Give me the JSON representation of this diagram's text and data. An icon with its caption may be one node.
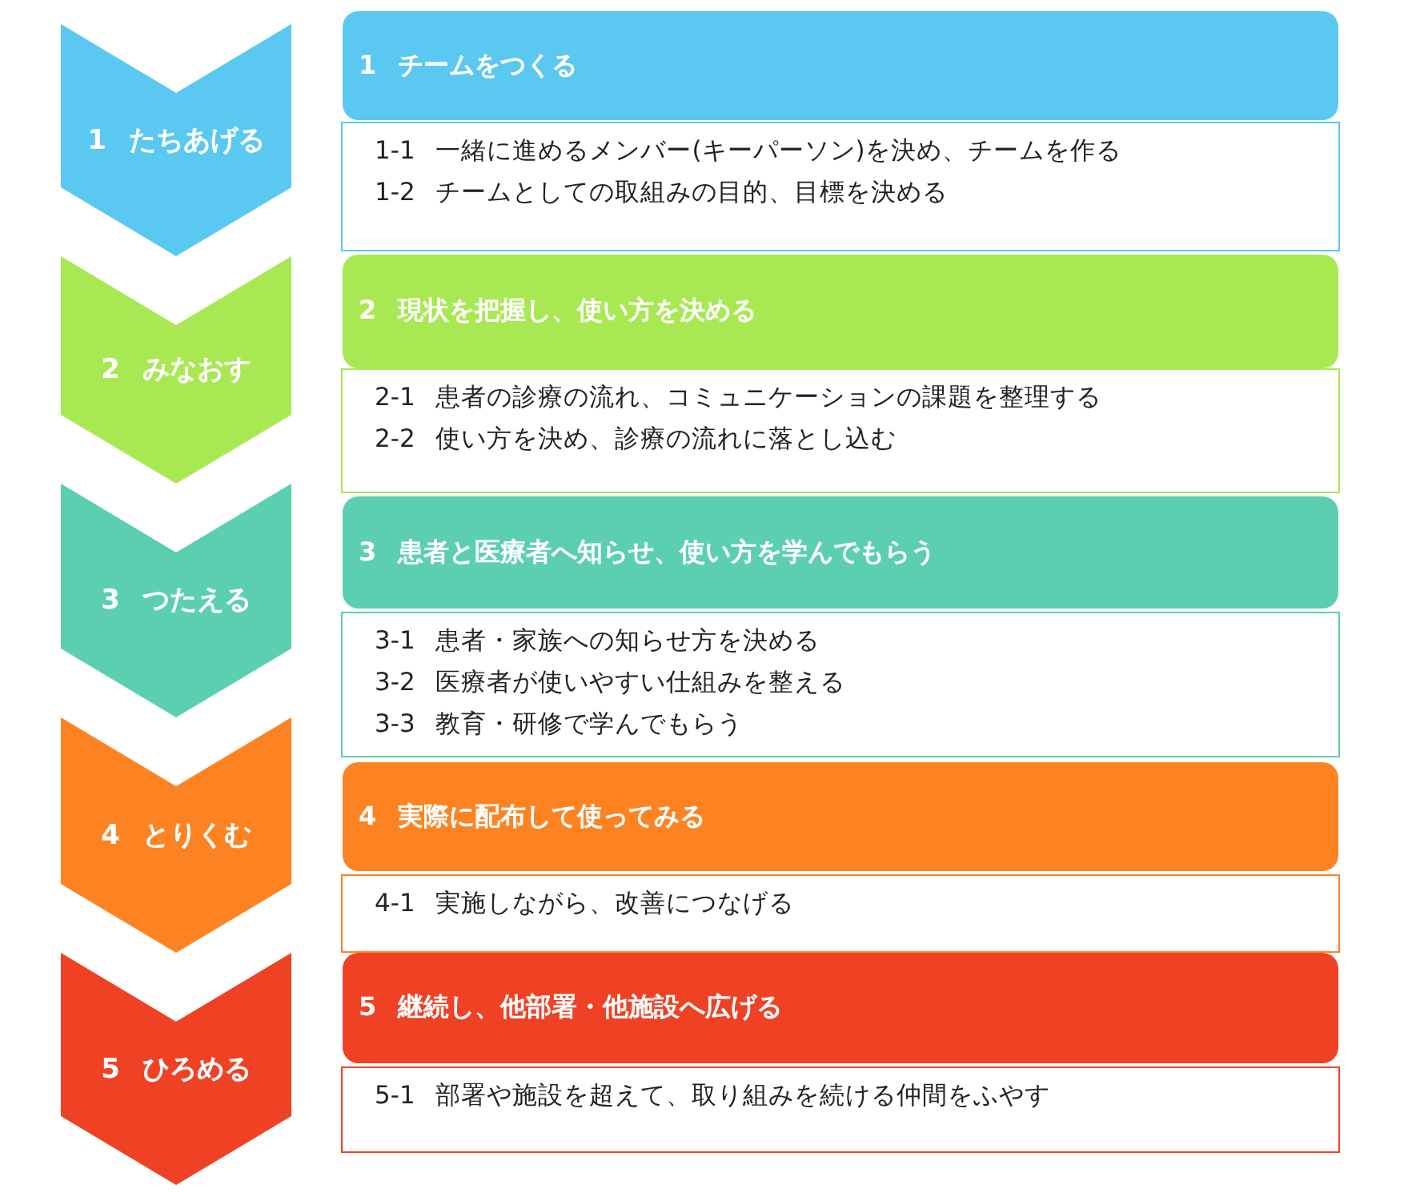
{
  "diagram": {
    "nodes": [
      {
        "text": [
          "1 たちあげる"
        ]
      },
      {
        "text": [
          "1 チームをつくる"
        ]
      },
      {
        "text": [
          "1-1 一緒に進めるメンバー(キーパーソン)を決め、チームを作る",
          "1-2 チームとしての取組みの目的、目標を決める"
        ]
      },
      {
        "text": [
          "2 みなおす"
        ]
      },
      {
        "text": [
          "2 現状を把握し、使い方を決める"
        ]
      },
      {
        "text": [
          "2-1 患者の診療の流れ、コミュニケーションの課題を整理する",
          "2-2 使い方を決め、診療の流れに落とし込む"
        ]
      },
      {
        "text": [
          "3 つたえる"
        ]
      },
      {
        "text": [
          "3 患者と医療者へ知らせ、使い方を学んでもらう"
        ]
      },
      {
        "text": [
          "3-1 患者・家族への知らせ方を決める",
          "3-2 医療者が使いやすい仕組みを整える",
          "3-3 教育・研修で学んでもらう"
        ]
      },
      {
        "text": [
          "4 とりくむ"
        ]
      },
      {
        "text": [
          "4 実際に配布して使ってみる"
        ]
      },
      {
        "text": [
          "4-1 実施しながら、改善につなげる"
        ]
      },
      {
        "text": [
          "5 ひろめる"
        ]
      },
      {
        "text": [
          "5 継続し、他部署・他施設へ広げる"
        ]
      },
      {
        "text": [
          "5-1 部署や施設を超えて、取り組みを続ける仲間をふやす"
        ]
      }
    ]
  }
}
